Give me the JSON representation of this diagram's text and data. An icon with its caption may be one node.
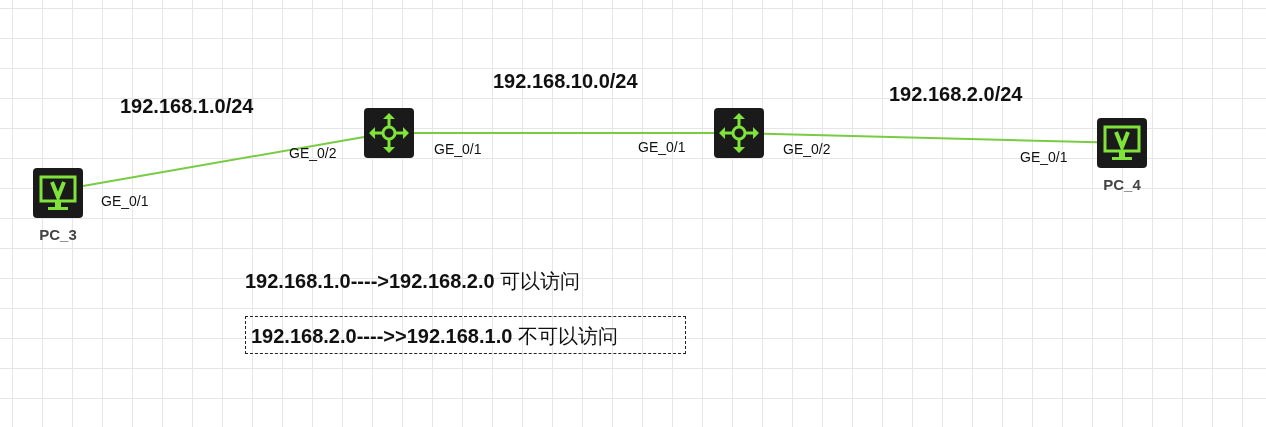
{
  "diagram": {
    "nodes": [
      {
        "text": [
          "PC_3"
        ],
        "beside": [
          "GE_0/1"
        ]
      },
      {
        "text": [],
        "shape": "box",
        "beside": [
          "GE_0/2",
          "GE_0/1"
        ]
      },
      {
        "text": [],
        "shape": "box",
        "beside": [
          "GE_0/1",
          "GE_0/2"
        ]
      },
      {
        "text": [
          "PC_4"
        ],
        "beside": [
          "GE_0/1"
        ]
      },
      {
        "text": [
          "**192.168.2.0---->>192.168.1.0** 不可以访问"
        ]
      }
    ],
    "edges": [
      {
        "from": 0,
        "to": 1,
        "arrow": "none",
        "label": "192.168.1.0/24"
      },
      {
        "from": 1,
        "to": 2,
        "arrow": "none",
        "label": "192.168.10.0/24"
      },
      {
        "from": 2,
        "to": 3,
        "arrow": "none",
        "label": "192.168.2.0/24"
      }
    ],
    "labels": [
      "**192.168.1.0---->192.168.2.0** 可以访问"
    ]
  }
}
